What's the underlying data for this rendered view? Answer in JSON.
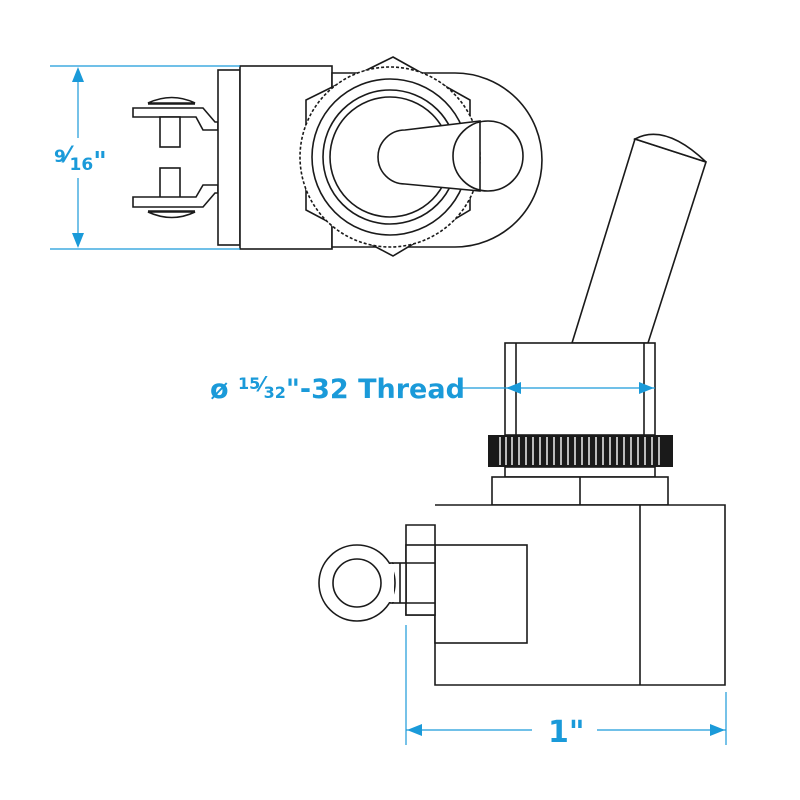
{
  "diagram": {
    "subject": "Toggle switch technical drawing",
    "accent_color": "#1a9ad9",
    "line_color": "#1a1a1a",
    "views": [
      {
        "name": "top-view",
        "label": "Top view with ring terminals and knurled nut"
      },
      {
        "name": "side-view",
        "label": "Side view with toggle lever, threaded bushing and body"
      }
    ],
    "dimensions": {
      "height": {
        "label": "9⁄16\"",
        "num": "9",
        "den": "16",
        "unit": "\""
      },
      "thread": {
        "prefix": "ø",
        "num": "15",
        "den": "32",
        "suffix": "\"-32 Thread"
      },
      "width": {
        "label": "1\""
      }
    }
  }
}
